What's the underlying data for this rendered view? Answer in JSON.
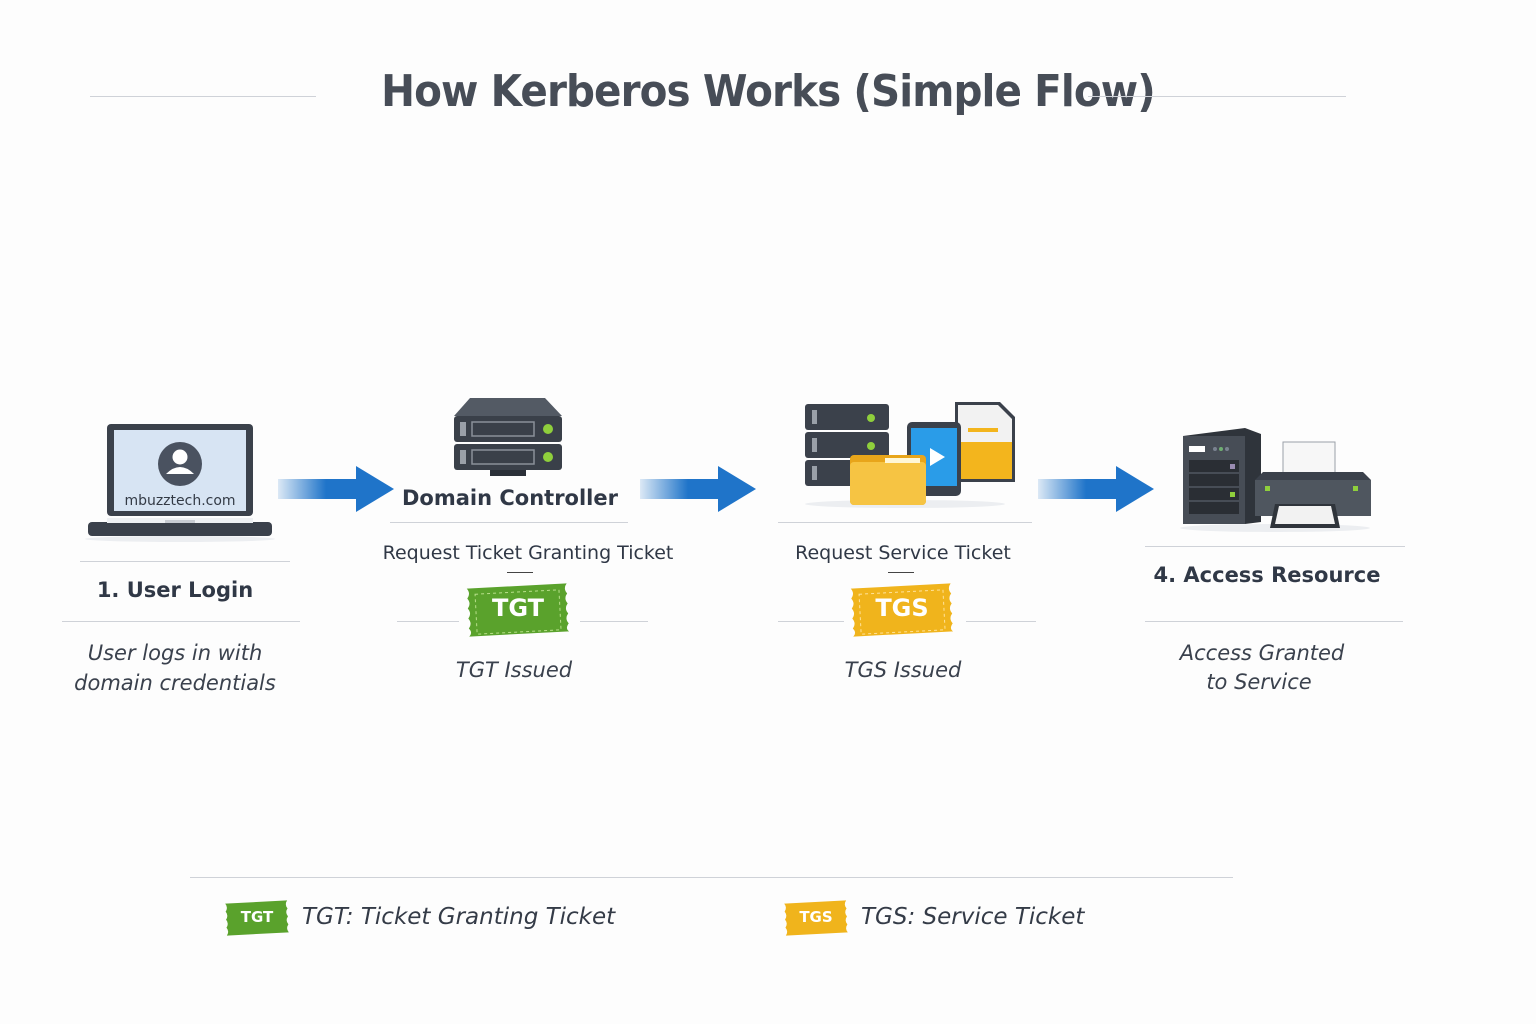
{
  "title": "How Kerberos Works (Simple Flow)",
  "steps": [
    {
      "icon": "laptop-user-icon",
      "screen_text": "mbuzztech.com",
      "heading": "1. User Login",
      "description_line1": "User logs in with",
      "description_line2": "domain credentials"
    },
    {
      "icon": "server-icon",
      "heading": "Domain Controller",
      "request": "Request Ticket Granting Ticket",
      "ticket_label": "TGT",
      "result": "TGT Issued"
    },
    {
      "icon": "services-icon",
      "request": "Request Service Ticket",
      "ticket_label": "TGS",
      "result": "TGS Issued"
    },
    {
      "icon": "resource-printer-icon",
      "heading": "4. Access Resource",
      "description_line1": "Access Granted",
      "description_line2": "to Service"
    }
  ],
  "legend": [
    {
      "badge": "TGT",
      "text": "TGT: Ticket Granting Ticket",
      "color": "#5aa22c"
    },
    {
      "badge": "TGS",
      "text": "TGS: Service Ticket",
      "color": "#f0b41c"
    }
  ],
  "colors": {
    "arrow": "#1f74c9",
    "tgt": "#5aa22c",
    "tgs": "#f0b41c",
    "text": "#303846"
  }
}
